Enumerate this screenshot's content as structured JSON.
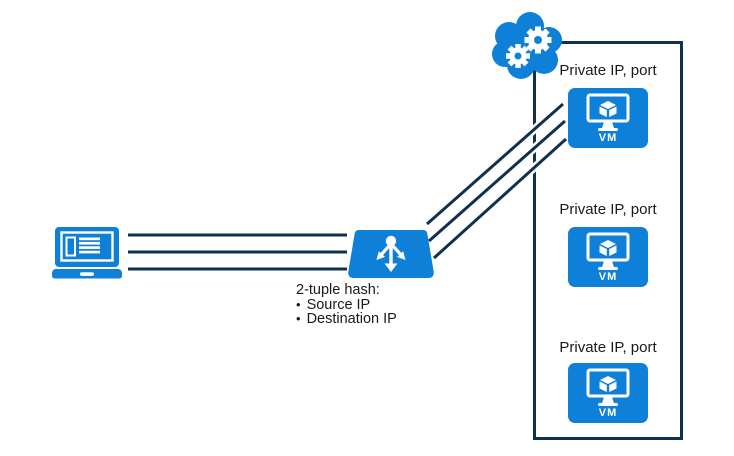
{
  "diagram": {
    "title_hint": "load-balancer-2-tuple-hash-distribution",
    "client": {
      "icon": "laptop-icon"
    },
    "load_balancer": {
      "icon": "load-balancer-icon",
      "caption_title": "2-tuple hash:",
      "bullet": "•",
      "items": [
        "Source IP",
        "Destination IP"
      ]
    },
    "cloud": {
      "icon": "cloud-gears-icon"
    },
    "backend_pool": {
      "vms": [
        {
          "label": "Private IP, port",
          "badge": "VM"
        },
        {
          "label": "Private IP, port",
          "badge": "VM"
        },
        {
          "label": "Private IP, port",
          "badge": "VM"
        }
      ]
    },
    "colors": {
      "azure_blue": "#0f80d8",
      "line_navy": "#12304d",
      "box_border": "#12304d",
      "text": "#1a1a1a",
      "icon_white": "#ffffff"
    }
  }
}
